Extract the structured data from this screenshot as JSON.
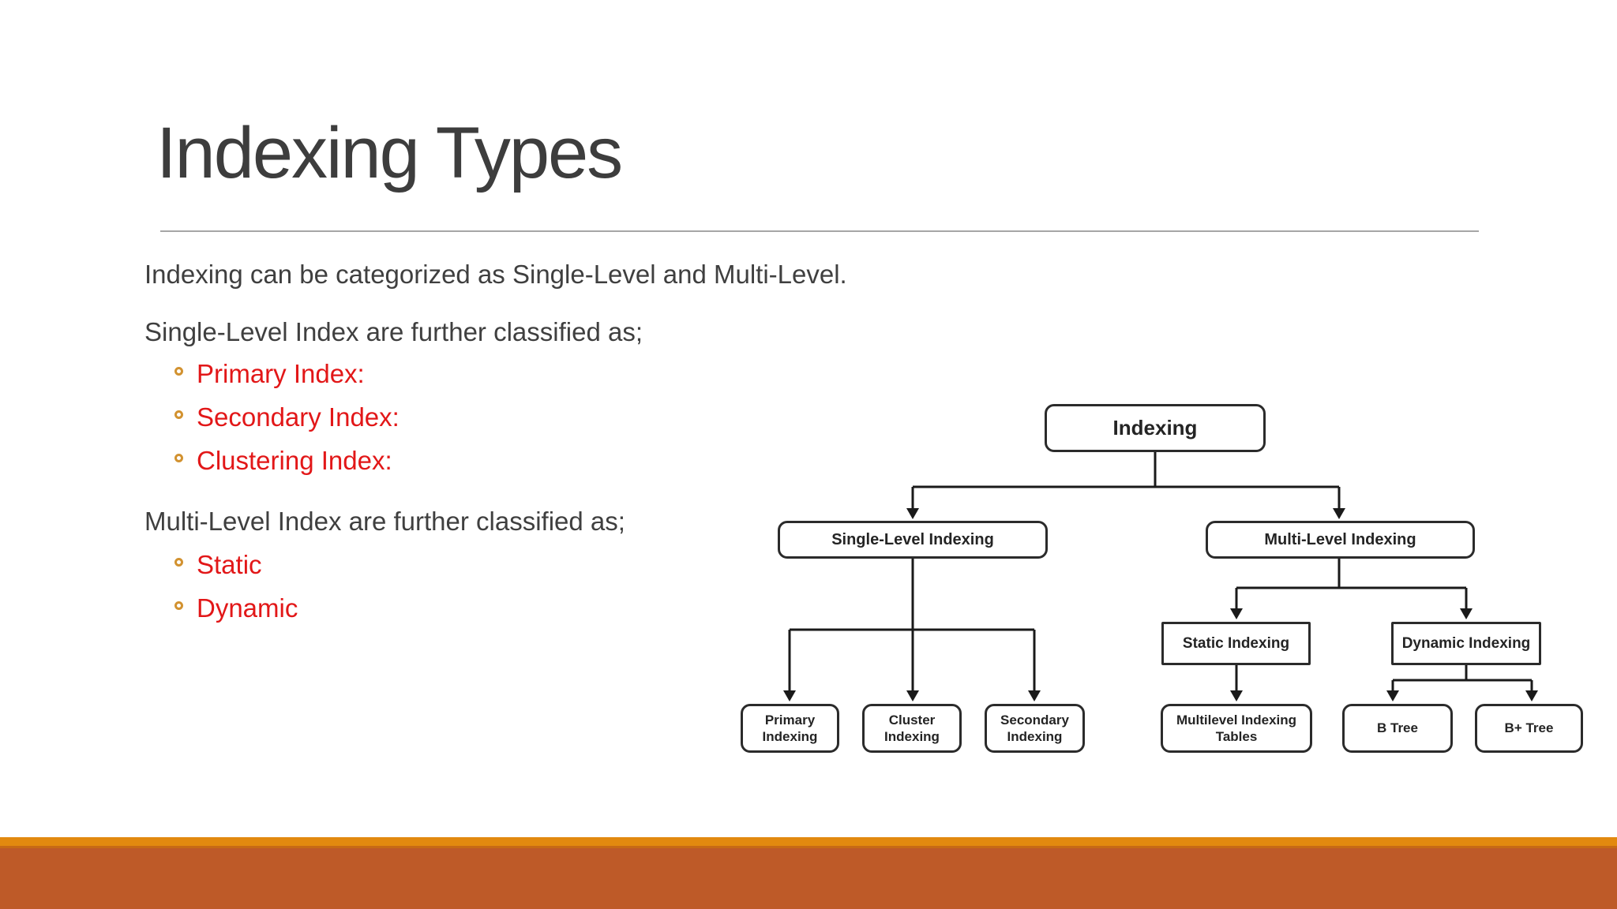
{
  "slide": {
    "title": "Indexing Types",
    "intro": "Indexing can be categorized as Single-Level and Multi-Level.",
    "single_level_heading": "Single-Level Index are further classified as;",
    "single_level_bullets": [
      {
        "label": "Primary Index:"
      },
      {
        "label": "Secondary Index:"
      },
      {
        "label": "Clustering Index:"
      }
    ],
    "multi_level_heading": "Multi-Level Index are further classified as;",
    "multi_level_bullets": [
      {
        "label": "Static"
      },
      {
        "label": "Dynamic"
      }
    ],
    "colors": {
      "body_text": "#3F3F3F",
      "bullet_text_red": "#E21718",
      "bullet_ring_orange": "#D29230",
      "footer_stripe_orange": "#E2890F",
      "footer_bar_rust": "#BE5A28"
    }
  },
  "diagram": {
    "nodes": {
      "root": "Indexing",
      "single_level": "Single-Level Indexing",
      "multi_level": "Multi-Level Indexing",
      "primary": "Primary\nIndexing",
      "cluster": "Cluster\nIndexing",
      "secondary": "Secondary\nIndexing",
      "static": "Static Indexing",
      "dynamic": "Dynamic Indexing",
      "multilevel_tables": "Multilevel Indexing\nTables",
      "b_tree": "B Tree",
      "b_plus_tree": "B+ Tree"
    }
  }
}
